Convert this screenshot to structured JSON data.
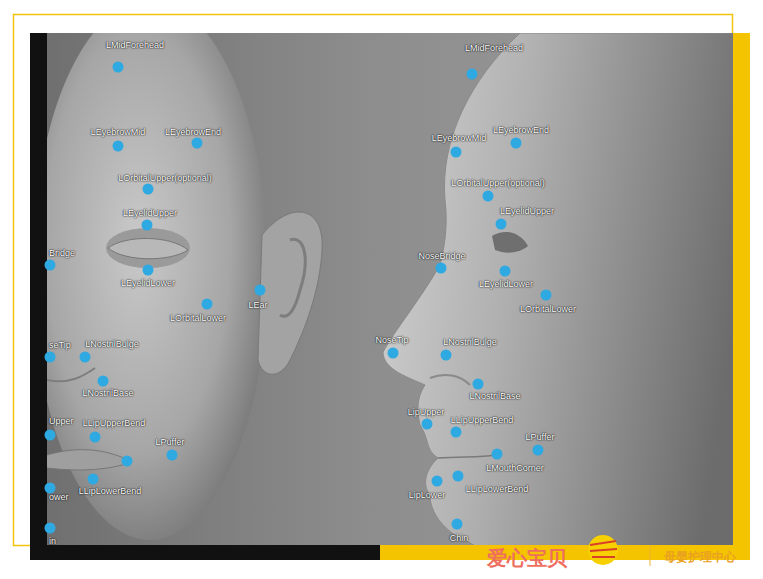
{
  "diagram": {
    "labels": [
      "LMidForehead",
      "LEyebrowMid",
      "LEyebrowEnd",
      "LOrbitalUpper(optional)",
      "LEyelidUpper",
      "Bridge",
      "LEyelidLower",
      "LEar",
      "LOrbitalLower",
      "seTip",
      "LNostrilBulge",
      "LNostrilBase",
      "Upper",
      "LLipUpperBend",
      "LPuffer",
      "LLipLowerBend",
      "ower",
      "in",
      "LMidForehead",
      "LEyebrowEnd",
      "LEyebrowMid",
      "LOrbitalUpper(optional)",
      "LEyelidUpper",
      "NoseBridge",
      "LEyelidLower",
      "LOrbitalLower",
      "NoseTip",
      "LNostrilBulge",
      "LNostrilBase",
      "LipUpper",
      "LLipUpperBend",
      "LPuffer",
      "LMouthCorner",
      "LLipLowerBend",
      "LipLower",
      "Chin",
      "爱心宝贝",
      "母婴护理中心"
    ]
  }
}
